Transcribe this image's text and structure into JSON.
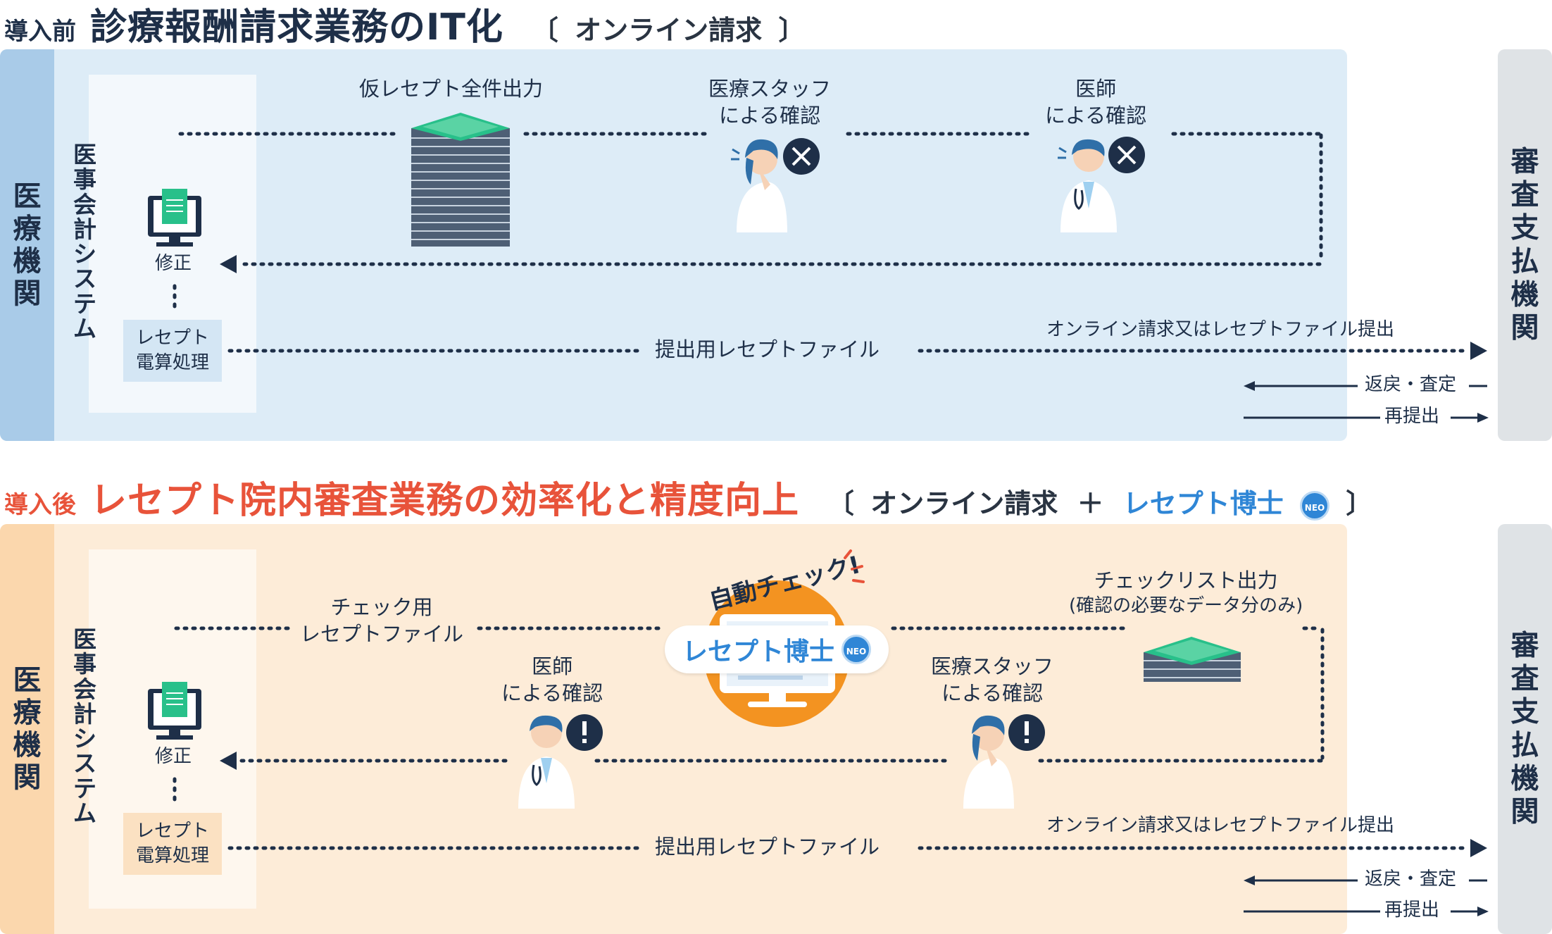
{
  "colors": {
    "before_bg": "#ddecf7",
    "before_side": "#a9cbe8",
    "after_bg": "#fdecd8",
    "after_side": "#fbd7ad",
    "accent_red": "#e8533a",
    "neo_blue": "#2f86d6",
    "orange": "#f39321",
    "navy": "#1e2f48",
    "dots": "#1e2f48"
  },
  "before": {
    "tag": "導入前",
    "title": "診療報酬請求業務のIT化",
    "bracket_open": "〔",
    "bracket_text": "オンライン請求",
    "bracket_close": "〕",
    "side_left": [
      "医",
      "療",
      "機",
      "関"
    ],
    "system_label": [
      "医",
      "事",
      "会",
      "計",
      "シ",
      "ス",
      "テ",
      "ム"
    ],
    "side_right": [
      "審",
      "査",
      "支",
      "払",
      "機",
      "関"
    ],
    "print_label": "仮レセプト全件出力",
    "staff_label": [
      "医療スタッフ",
      "による確認"
    ],
    "doctor_label": [
      "医師",
      "による確認"
    ],
    "fix_label": "修正",
    "rezept_box": [
      "レセプト",
      "電算処理"
    ],
    "file_label": "提出用レセプトファイル",
    "online_label": "オンライン請求又はレセプトファイル提出",
    "return_label": "返戻・査定",
    "resubmit_label": "再提出",
    "icons": [
      "stack-of-papers-icon",
      "nurse-icon",
      "doctor-icon",
      "cross-mark-icon",
      "computer-icon"
    ]
  },
  "after": {
    "tag": "導入後",
    "title": "レセプト院内審査業務の効率化と精度向上",
    "bracket_open": "〔",
    "bracket_text": "オンライン請求",
    "plus": "＋",
    "neo_name": "レセプト博士",
    "neo_badge": "NEO",
    "bracket_close": "〕",
    "side_left": [
      "医",
      "療",
      "機",
      "関"
    ],
    "system_label": [
      "医",
      "事",
      "会",
      "計",
      "シ",
      "ス",
      "テ",
      "ム"
    ],
    "side_right": [
      "審",
      "査",
      "支",
      "払",
      "機",
      "関"
    ],
    "check_file_label": [
      "チェック用",
      "レセプトファイル"
    ],
    "auto_check": "自動チェック!",
    "neo_center_name": "レセプト博士",
    "neo_center_badge": "NEO",
    "checklist_label": "チェックリスト出力",
    "checklist_sub": "(確認の必要なデータ分のみ)",
    "doctor_label": [
      "医師",
      "による確認"
    ],
    "staff_label": [
      "医療スタッフ",
      "による確認"
    ],
    "fix_label": "修正",
    "rezept_box": [
      "レセプト",
      "電算処理"
    ],
    "file_label": "提出用レセプトファイル",
    "online_label": "オンライン請求又はレセプトファイル提出",
    "return_label": "返戻・査定",
    "resubmit_label": "再提出",
    "alert_mark": "!",
    "icons": [
      "checklist-stack-icon",
      "nurse-icon",
      "doctor-icon",
      "exclamation-icon",
      "computer-icon",
      "monitor-icon"
    ]
  }
}
